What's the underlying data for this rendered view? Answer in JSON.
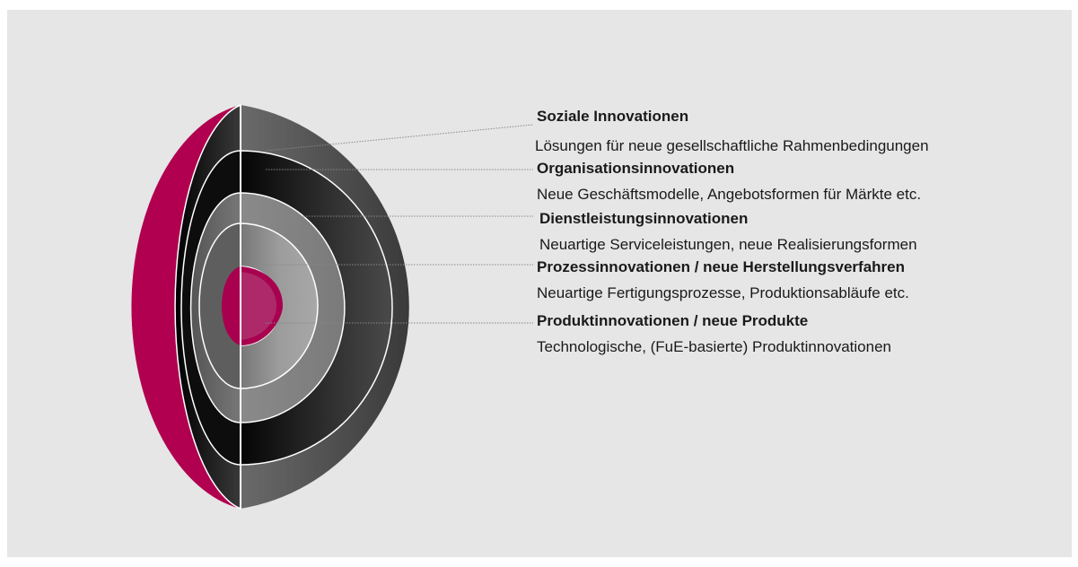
{
  "layers": [
    {
      "title": "Soziale Innovationen",
      "desc": "Lösungen für neue gesellschaftliche Rahmenbedingungen"
    },
    {
      "title": "Organisationsinnovationen",
      "desc": "Neue Geschäftsmodelle, Angebotsformen für Märkte etc."
    },
    {
      "title": "Dienstleistungsinnovationen",
      "desc": "Neuartige Serviceleistungen, neue Realisierungsformen"
    },
    {
      "title": "Prozessinnovationen / neue Herstellungsverfahren",
      "desc": "Neuartige Fertigungsprozesse, Produktionsabläufe etc."
    },
    {
      "title": "Produktinnovationen / neue Produkte",
      "desc": "Technologische, (FuE-basierte) Produktinnovationen"
    }
  ],
  "colors": {
    "background": "#e6e6e6",
    "sphere_surface": "#b0004f",
    "core": "#a8004f",
    "ring_dark": "#505050",
    "ring_black": "#111111",
    "ring_mid": "#8a8a8a",
    "ring_light": "#9a9a9a",
    "leader_line": "#888888",
    "divider": "#ffffff"
  }
}
